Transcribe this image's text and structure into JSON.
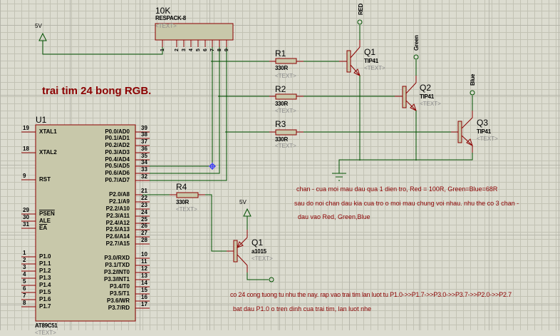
{
  "title": "trai tim 24 bong RGB.",
  "colors": {
    "wire": "#005000",
    "component": "#8b0000",
    "component_fill": "#c8c8aa",
    "note_text": "#8b0000",
    "junction": "#1a1aff",
    "placeholder_text": "#8a8a8a"
  },
  "power": [
    {
      "label": "5V"
    },
    {
      "label": "5V"
    }
  ],
  "respack": {
    "value": "10K",
    "type": "RESPACK-8",
    "text": "<TEXT>",
    "pins": [
      "1",
      "2",
      "3",
      "4",
      "5",
      "6",
      "7",
      "8",
      "9"
    ]
  },
  "resistors": [
    {
      "ref": "R1",
      "value": "330R",
      "text": "<TEXT>"
    },
    {
      "ref": "R2",
      "value": "330R",
      "text": "<TEXT>"
    },
    {
      "ref": "R3",
      "value": "330R",
      "text": "<TEXT>"
    },
    {
      "ref": "R4",
      "value": "330R",
      "text": "<TEXT>"
    }
  ],
  "transistors": [
    {
      "ref": "Q1",
      "type": "TIP41",
      "text": "<TEXT>",
      "terminal": "RED"
    },
    {
      "ref": "Q2",
      "type": "TIP41",
      "text": "<TEXT>",
      "terminal": "Green"
    },
    {
      "ref": "Q3",
      "type": "TIP41",
      "text": "<TEXT>",
      "terminal": "Blue"
    },
    {
      "ref": "Q1",
      "type": "a1015",
      "text": "<TEXT>"
    }
  ],
  "mcu": {
    "ref": "U1",
    "type": "AT89C51",
    "text": "<TEXT>",
    "left_pins": [
      {
        "num": "19",
        "name": "XTAL1"
      },
      {
        "num": "18",
        "name": "XTAL2"
      },
      {
        "num": "9",
        "name": "RST"
      },
      {
        "num": "29",
        "name": "PSEN"
      },
      {
        "num": "30",
        "name": "ALE"
      },
      {
        "num": "31",
        "name": "EA"
      },
      {
        "num": "1",
        "name": "P1.0"
      },
      {
        "num": "2",
        "name": "P1.1"
      },
      {
        "num": "3",
        "name": "P1.2"
      },
      {
        "num": "4",
        "name": "P1.3"
      },
      {
        "num": "5",
        "name": "P1.4"
      },
      {
        "num": "6",
        "name": "P1.5"
      },
      {
        "num": "7",
        "name": "P1.6"
      },
      {
        "num": "8",
        "name": "P1.7"
      }
    ],
    "right_pins": [
      {
        "num": "39",
        "name": "P0.0/AD0"
      },
      {
        "num": "38",
        "name": "P0.1/AD1"
      },
      {
        "num": "37",
        "name": "P0.2/AD2"
      },
      {
        "num": "36",
        "name": "P0.3/AD3"
      },
      {
        "num": "35",
        "name": "P0.4/AD4"
      },
      {
        "num": "34",
        "name": "P0.5/AD5"
      },
      {
        "num": "33",
        "name": "P0.6/AD6"
      },
      {
        "num": "32",
        "name": "P0.7/AD7"
      },
      {
        "num": "21",
        "name": "P2.0/A8"
      },
      {
        "num": "22",
        "name": "P2.1/A9"
      },
      {
        "num": "23",
        "name": "P2.2/A10"
      },
      {
        "num": "24",
        "name": "P2.3/A11"
      },
      {
        "num": "25",
        "name": "P2.4/A12"
      },
      {
        "num": "26",
        "name": "P2.5/A13"
      },
      {
        "num": "27",
        "name": "P2.6/A14"
      },
      {
        "num": "28",
        "name": "P2.7/A15"
      },
      {
        "num": "10",
        "name": "P3.0/RXD"
      },
      {
        "num": "11",
        "name": "P3.1/TXD"
      },
      {
        "num": "12",
        "name": "P3.2/INT0"
      },
      {
        "num": "13",
        "name": "P3.3/INT1"
      },
      {
        "num": "14",
        "name": "P3.4/T0"
      },
      {
        "num": "15",
        "name": "P3.5/T1"
      },
      {
        "num": "16",
        "name": "P3.6/WR"
      },
      {
        "num": "17",
        "name": "P3.7/RD"
      }
    ]
  },
  "notes": [
    "chan - cua  moi  mau dau qua 1 dien tro, Red = 100R, Green=Blue=68R",
    "sau do noi chan dau kia cua tro o moi mau chung voi nhau. nhu the co 3 chan -",
    "dau vao Red, Green,Blue",
    "co 24 cong tuong tu nhu the nay. rap vao trai tim lan luot tu P1.0->>P1.7->>P3.0->>P3.7->>P2.0->>P2.7",
    "bat dau P1.0 o tren dinh cua trai tim, lan luot nhe"
  ]
}
